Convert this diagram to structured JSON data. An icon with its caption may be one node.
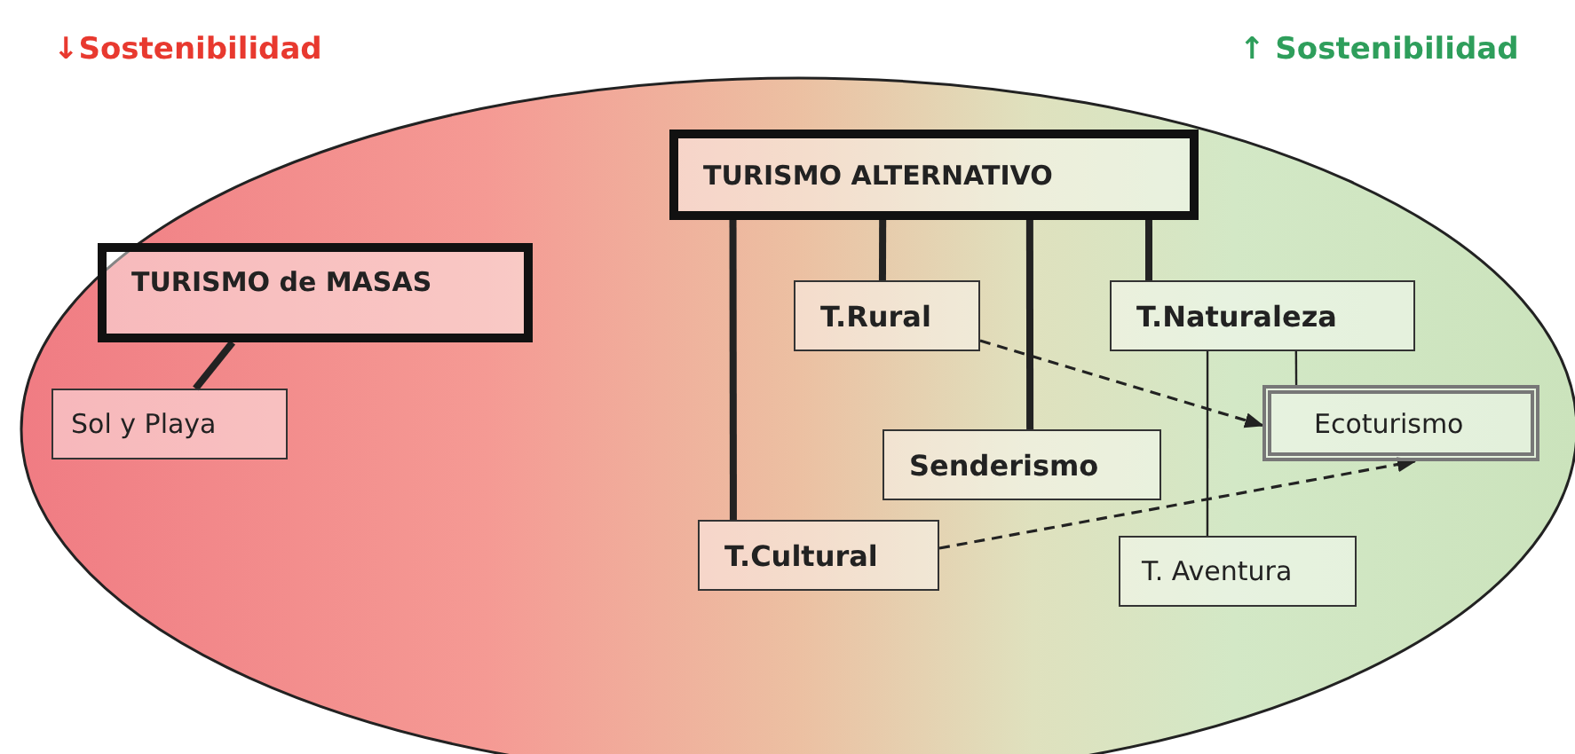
{
  "diagram": {
    "nodes": [
      {
        "text": [
          "TURISMO de MASAS"
        ]
      },
      {
        "text": [
          "Sol y Playa"
        ]
      },
      {
        "text": [
          "TURISMO ALTERNATIVO"
        ]
      },
      {
        "text": [
          "T.Rural"
        ]
      },
      {
        "text": [
          "T.Naturaleza"
        ]
      },
      {
        "text": [
          "Ecoturismo"
        ]
      },
      {
        "text": [
          "Senderismo"
        ]
      },
      {
        "text": [
          "T.Cultural"
        ]
      },
      {
        "text": [
          "T. Aventura"
        ]
      }
    ],
    "edges": [
      {
        "from": 0,
        "to": 1,
        "arrow": "none"
      },
      {
        "from": 2,
        "to": 7,
        "arrow": "none"
      },
      {
        "from": 2,
        "to": 3,
        "arrow": "none"
      },
      {
        "from": 2,
        "to": 6,
        "arrow": "none"
      },
      {
        "from": 2,
        "to": 4,
        "arrow": "none"
      },
      {
        "from": 4,
        "to": 8,
        "arrow": "none"
      },
      {
        "from": 4,
        "to": 5,
        "arrow": "none"
      },
      {
        "from": 3,
        "to": 5,
        "arrow": "to",
        "style": "dashed"
      },
      {
        "from": 7,
        "to": 5,
        "arrow": "to",
        "style": "dashed"
      }
    ],
    "labels": [
      "↓Sostenibilidad",
      "↑ Sostenibilidad"
    ]
  }
}
